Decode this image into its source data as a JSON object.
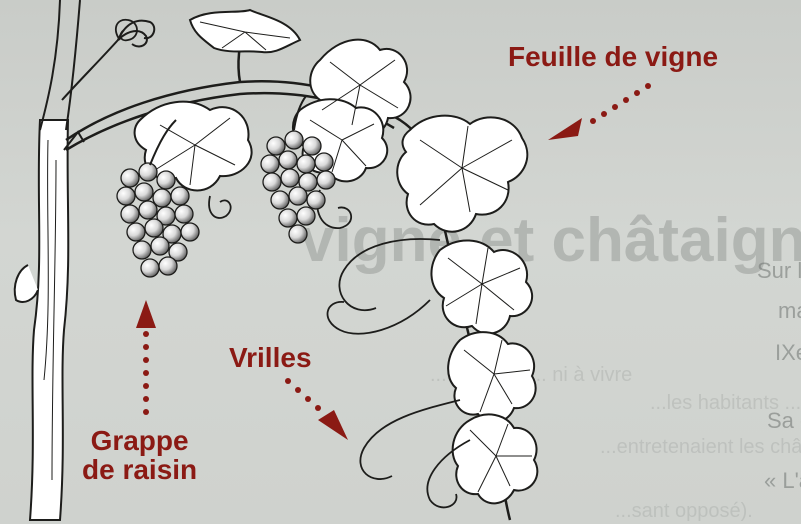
{
  "labels": {
    "leaf": "Feuille de vigne",
    "tendrils": "Vrilles",
    "bunch_line1": "Grappe",
    "bunch_line2": "de raisin"
  },
  "background_text": {
    "title": "vigne et châtaigne",
    "line1": "Sur les versants exposés au nord, le châtaignier",
    "line2": "maître. Implanté par les Romains, il est signalé",
    "line3": "IXe siècle.",
    "line4": "Sa culture s'intensifie au XVIe siècle.",
    "line5": "« L'arbre à pain » permet de nourrir les habitants des sites",
    "ghost1": "...cultivées ... ni à vivre",
    "ghost2": "...les habitants ...",
    "ghost3": "...entretenaient les châtaigneraies",
    "ghost4": "...sant opposé)."
  },
  "colors": {
    "label": "#8b1a14",
    "ink": "#1d1d1b",
    "paper": "#ffffff"
  }
}
